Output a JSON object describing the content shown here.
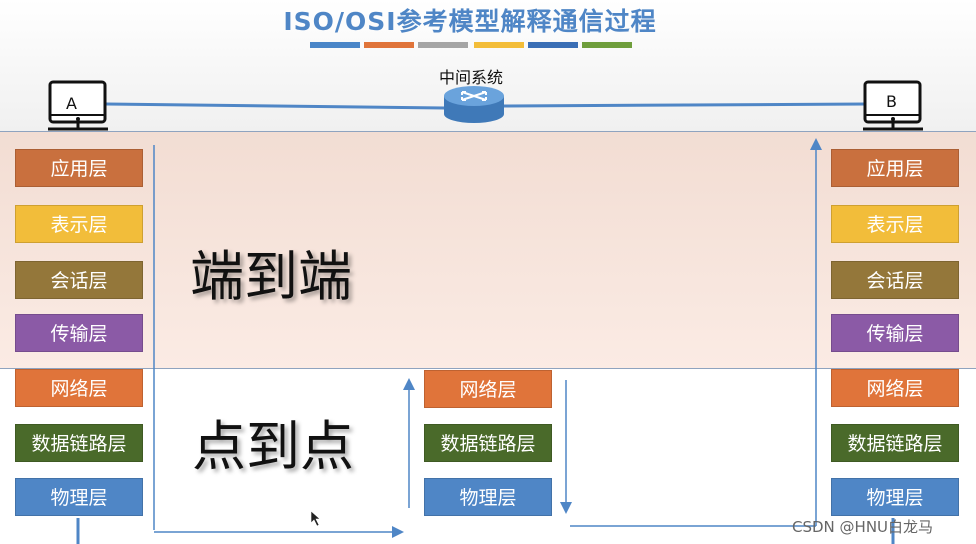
{
  "title": "ISO/OSI参考模型解释通信过程",
  "accent_colors": [
    "#4a86c8",
    "#e0743a",
    "#a5a5a5",
    "#f3bd39",
    "#3a6eb5",
    "#6f9e3c"
  ],
  "hosts": {
    "left": "A",
    "right": "B"
  },
  "router": {
    "label": "中间系统"
  },
  "labels": {
    "end_to_end": "端到端",
    "point_to_point": "点到点"
  },
  "left_stack": [
    {
      "name": "应用层",
      "color": "#c9703e"
    },
    {
      "name": "表示层",
      "color": "#f2bd3a"
    },
    {
      "name": "会话层",
      "color": "#94773a"
    },
    {
      "name": "传输层",
      "color": "#8b5aa6"
    },
    {
      "name": "网络层",
      "color": "#e0743a"
    },
    {
      "name": "数据链路层",
      "color": "#4a6a2a"
    },
    {
      "name": "物理层",
      "color": "#4f86c6"
    }
  ],
  "middle_stack": [
    {
      "name": "网络层",
      "color": "#e0743a"
    },
    {
      "name": "数据链路层",
      "color": "#4a6a2a"
    },
    {
      "name": "物理层",
      "color": "#4f86c6"
    }
  ],
  "right_stack": [
    {
      "name": "应用层",
      "color": "#c9703e"
    },
    {
      "name": "表示层",
      "color": "#f2bd3a"
    },
    {
      "name": "会话层",
      "color": "#94773a"
    },
    {
      "name": "传输层",
      "color": "#8b5aa6"
    },
    {
      "name": "网络层",
      "color": "#e0743a"
    },
    {
      "name": "数据链路层",
      "color": "#4a6a2a"
    },
    {
      "name": "物理层",
      "color": "#4f86c6"
    }
  ],
  "watermark": "CSDN @HNU白龙马"
}
